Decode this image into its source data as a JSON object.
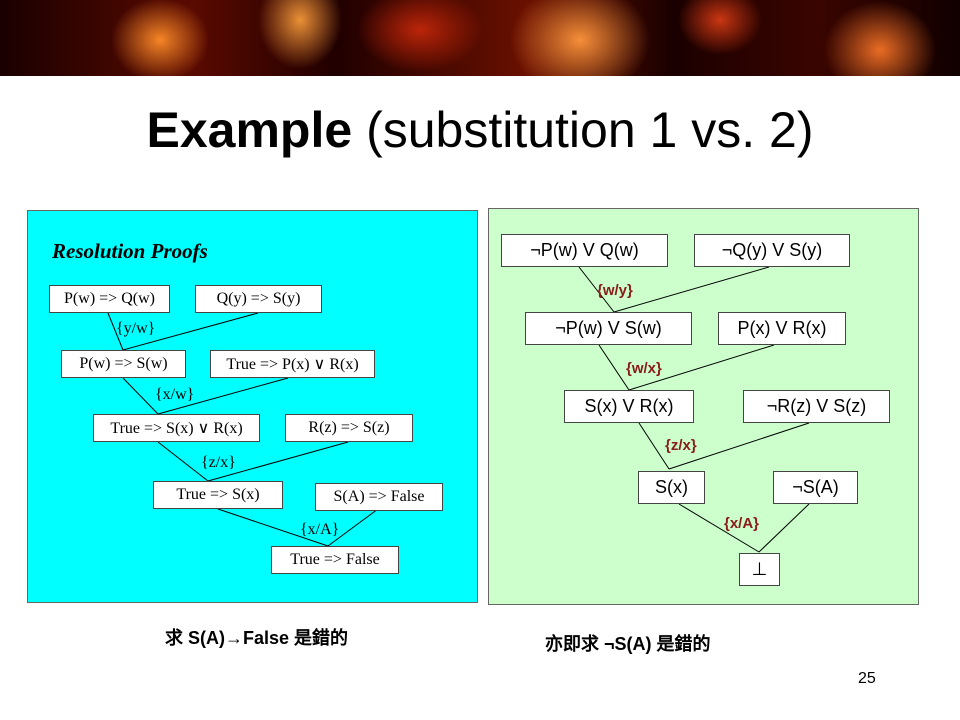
{
  "title": {
    "bold": "Example",
    "rest": "(substitution 1 vs. 2)"
  },
  "left_panel": {
    "heading": "Resolution Proofs",
    "boxes": [
      "P(w) => Q(w)",
      "Q(y) => S(y)",
      "P(w) => S(w)",
      "True => P(x) ∨ R(x)",
      "True => S(x) ∨ R(x)",
      "R(z) => S(z)",
      "True => S(x)",
      "S(A) => False",
      "True => False"
    ],
    "substitutions": [
      "{y/w}",
      "{x/w}",
      "{z/x}",
      "{x/A}"
    ]
  },
  "right_panel": {
    "boxes": [
      "¬P(w) V Q(w)",
      "¬Q(y) V S(y)",
      "¬P(w) V S(w)",
      "P(x) V R(x)",
      "S(x) V R(x)",
      "¬R(z) V S(z)",
      "S(x)",
      "¬S(A)",
      "⊥"
    ],
    "substitutions": [
      "{w/y}",
      "{w/x}",
      "{z/x}",
      "{x/A}"
    ]
  },
  "captions": {
    "left_prefix": "求 S(A)",
    "left_arrow": "→",
    "left_suffix": "False 是錯的",
    "right": "亦即求 ¬S(A) 是錯的"
  },
  "page_number": "25",
  "colors": {
    "left_panel_bg": "#00ffff",
    "right_panel_bg": "#ccffcc",
    "substitution_red": "#8b1a1a"
  }
}
